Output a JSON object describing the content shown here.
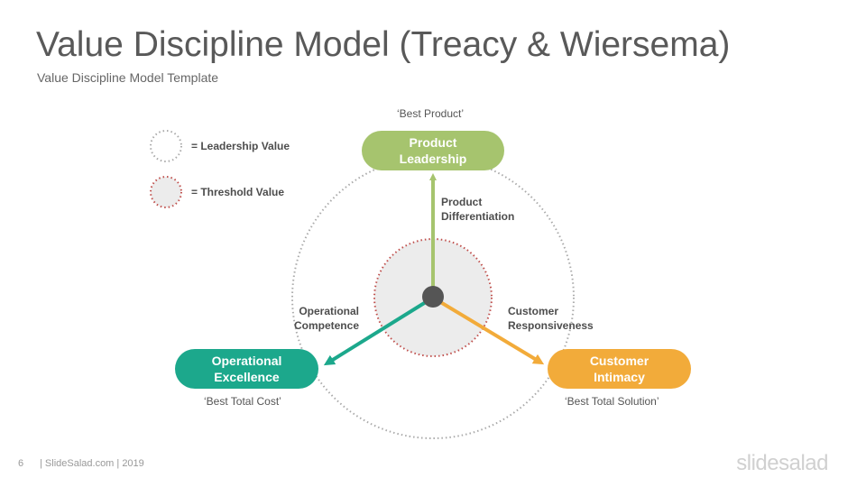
{
  "header": {
    "title": "Value Discipline Model (Treacy & Wiersema)",
    "subtitle": "Value Discipline Model Template"
  },
  "legend": {
    "leadership": "= Leadership Value",
    "threshold": "= Threshold  Value"
  },
  "nodes": {
    "product": {
      "line1": "Product",
      "line2": "Leadership",
      "quote": "‘Best Product’",
      "color": "#a6c46e"
    },
    "operational": {
      "line1": "Operational",
      "line2": "Excellence",
      "quote": "‘Best Total Cost’",
      "color": "#1ca88c"
    },
    "customer": {
      "line1": "Customer",
      "line2": "Intimacy",
      "quote": "‘Best Total Solution’",
      "color": "#f2ab3a"
    }
  },
  "arrows": {
    "product": {
      "line1": "Product",
      "line2": "Differentiation"
    },
    "operational": {
      "line1": "Operational",
      "line2": "Competence"
    },
    "customer": {
      "line1": "Customer",
      "line2": "Responsiveness"
    }
  },
  "colors": {
    "leadership_ring": "#aaaaaa",
    "threshold_ring": "#c0504d",
    "threshold_fill": "#ececec",
    "hub": "#555555"
  },
  "footer": {
    "page_number": "6",
    "credit": "| SlideSalad.com | 2019",
    "logo": "slidesalad"
  }
}
